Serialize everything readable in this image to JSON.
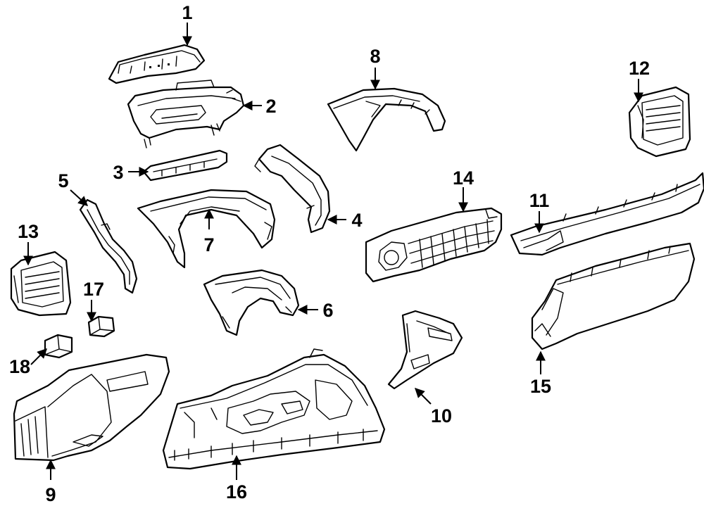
{
  "callouts": {
    "c1": "1",
    "c2": "2",
    "c3": "3",
    "c4": "4",
    "c5": "5",
    "c6": "6",
    "c7": "7",
    "c8": "8",
    "c9": "9",
    "c10": "10",
    "c11": "11",
    "c12": "12",
    "c13": "13",
    "c14": "14",
    "c15": "15",
    "c16": "16",
    "c17": "17",
    "c18": "18"
  },
  "colors": {
    "line": "#000000",
    "background": "#ffffff"
  }
}
